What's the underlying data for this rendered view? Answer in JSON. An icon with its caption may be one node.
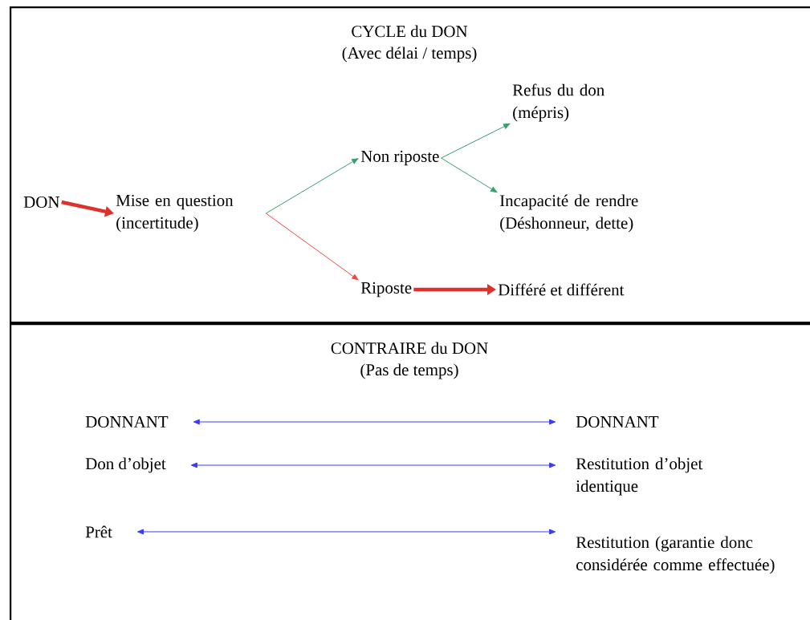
{
  "diagram": {
    "nodes": [
      {
        "text": [
          "CYCLE du DON",
          "(Avec délai / temps)"
        ]
      },
      {
        "text": [
          "DON"
        ],
        "in": 0
      },
      {
        "text": [
          "Mise en question (incertitude)"
        ],
        "in": 0
      },
      {
        "text": [
          "Non riposte"
        ],
        "in": 0
      },
      {
        "text": [
          "Refus du don (mépris)"
        ],
        "in": 0
      },
      {
        "text": [
          "Incapacité de rendre (Déshonneur, dette)"
        ],
        "in": 0
      },
      {
        "text": [
          "Riposte"
        ],
        "in": 0
      },
      {
        "text": [
          "Différé et différent"
        ],
        "in": 0
      },
      {
        "text": [
          "CONTRAIRE du DON",
          "(Pas de temps)"
        ]
      },
      {
        "text": [
          "DONNANT"
        ],
        "in": 8
      },
      {
        "text": [
          "DONNANT"
        ],
        "in": 8
      },
      {
        "text": [
          "Don d’objet"
        ],
        "in": 8
      },
      {
        "text": [
          "Restitution d’objet identique"
        ],
        "in": 8
      },
      {
        "text": [
          "Prêt"
        ],
        "in": 8
      },
      {
        "text": [
          "Restitution (garantie donc considérée comme effectuée)"
        ],
        "in": 8
      }
    ],
    "edges": [
      {
        "from": 1,
        "to": 2,
        "arrow": "to",
        "style": "thick",
        "color": "#e0302a"
      },
      {
        "from": 2,
        "to": 3,
        "arrow": "to",
        "color": "#3a9e6e"
      },
      {
        "from": 2,
        "to": 6,
        "arrow": "to",
        "color": "#ee4a42"
      },
      {
        "from": 3,
        "to": 4,
        "arrow": "to",
        "color": "#3a9e6e"
      },
      {
        "from": 3,
        "to": 5,
        "arrow": "to",
        "color": "#3a9e6e"
      },
      {
        "from": 6,
        "to": 7,
        "arrow": "to",
        "style": "thick",
        "color": "#e0302a"
      },
      {
        "from": 9,
        "to": 10,
        "arrow": "both",
        "color": "#3b3bff"
      },
      {
        "from": 11,
        "to": 12,
        "arrow": "both",
        "color": "#3b3bff"
      },
      {
        "from": 13,
        "to": 14,
        "arrow": "both",
        "color": "#3b3bff"
      }
    ]
  }
}
